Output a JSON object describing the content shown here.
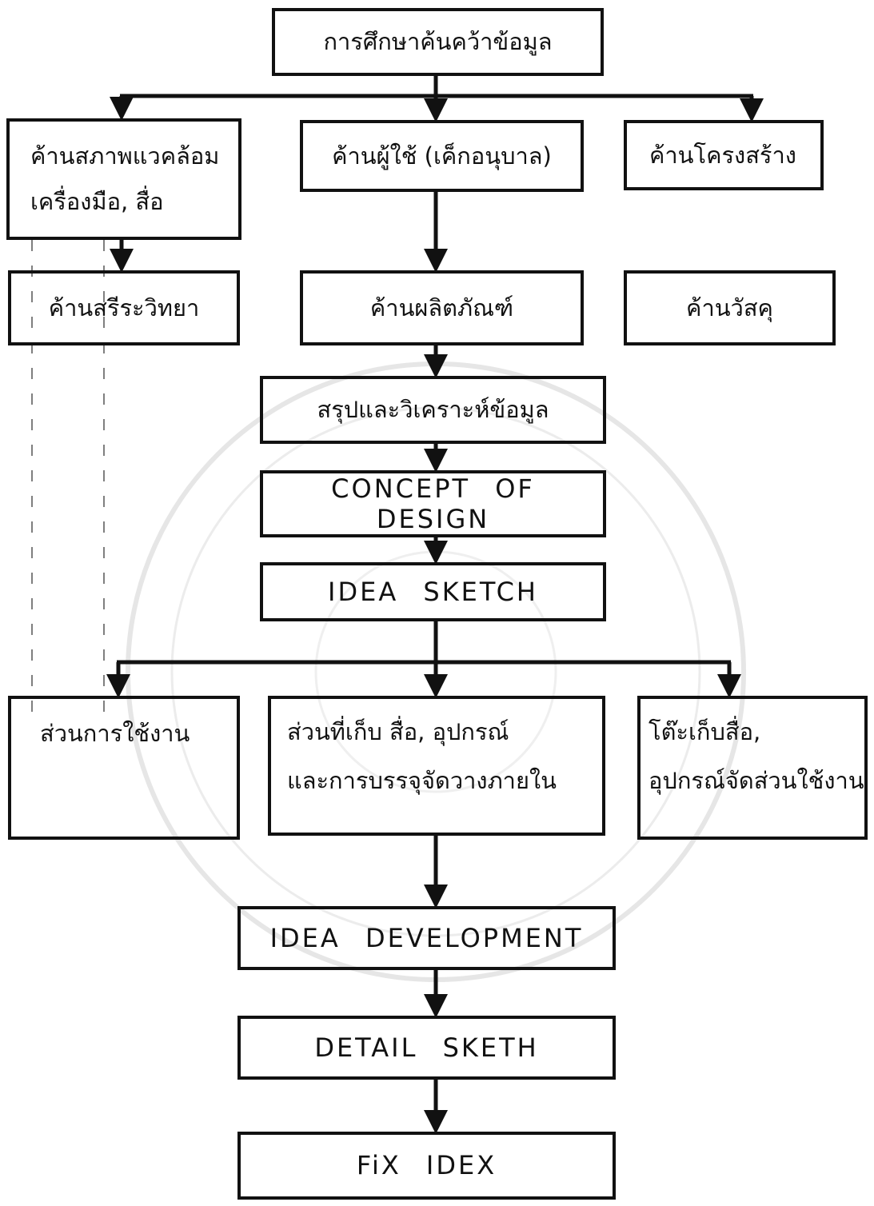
{
  "colors": {
    "line": "#111111",
    "background": "#ffffff",
    "watermark": "#e6e6e6"
  },
  "nodes": {
    "research": {
      "label": "การศึกษาค้นคว้าข้อมูล"
    },
    "environment": {
      "line1": "ค้านสภาพแวคล้อม",
      "line2": "เครื่องมือ, สื่อ"
    },
    "user": {
      "label": "ค้านผู้ใช้ (เค็กอนุบาล)"
    },
    "structure": {
      "label": "ค้านโครงสร้าง"
    },
    "physiology": {
      "label": "ค้านสรีระวิทยา"
    },
    "product": {
      "label": "ค้านผลิตภัณฑ์"
    },
    "material": {
      "label": "ค้านวัสคุ"
    },
    "analysis": {
      "label": "สรุปและวิเคราะห์ข้อมูล"
    },
    "concept": {
      "label": "CONCEPT OF DESIGN"
    },
    "idea_sketch": {
      "label": "IDEA SKETCH"
    },
    "usage": {
      "label": "ส่วนการใช้งาน"
    },
    "storage": {
      "line1": "ส่วนที่เก็บ สื่อ, อุปกรณ์",
      "line2": "และการบรรจุจัดวางภายใน"
    },
    "table": {
      "line1": "โต๊ะเก็บสื่อ,",
      "line2": "อุปกรณ์จัดส่วนใช้งาน"
    },
    "development": {
      "label": "IDEA DEVELOPMENT"
    },
    "detail": {
      "label": "DETAIL SKETH"
    },
    "fix": {
      "label": "FiX IDEX"
    }
  }
}
